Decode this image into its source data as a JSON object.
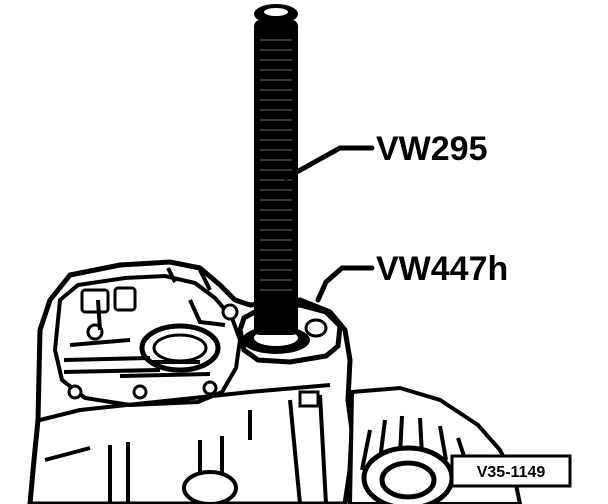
{
  "diagram": {
    "callouts": [
      {
        "id": "vw295",
        "label": "VW295"
      },
      {
        "id": "vw447h",
        "label": "VW447h"
      }
    ],
    "reference_code": "V35-1149",
    "colors": {
      "ink": "#000000",
      "paper": "#ffffff"
    }
  }
}
